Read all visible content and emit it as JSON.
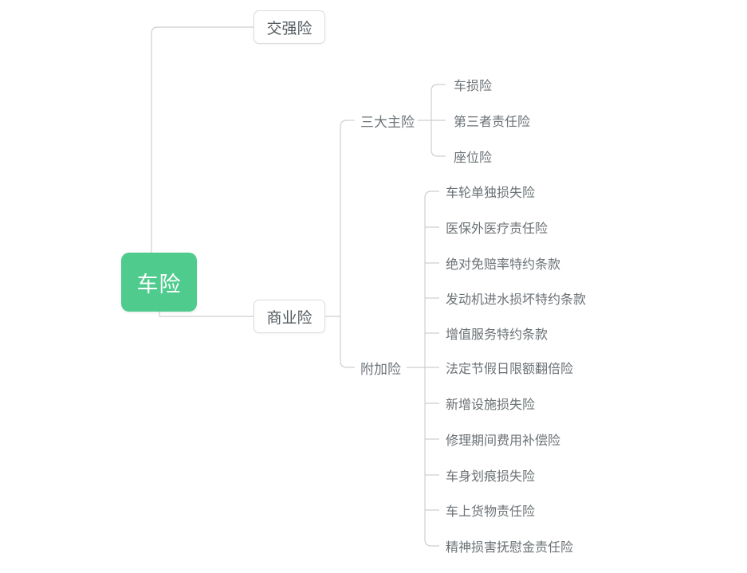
{
  "diagram": {
    "type": "mindmap",
    "title": "车险",
    "orientation": "left-to-right",
    "colors": {
      "root_fill": "#4ECB8D",
      "root_text": "#ffffff",
      "node_fill": "#ffffff",
      "node_border": "#dcdcdc",
      "node_text": "#555b5f",
      "leaf_text": "#6b7175",
      "connector": "#cfcfcf",
      "background": "#ffffff"
    }
  },
  "root": {
    "label": "车险"
  },
  "branches": [
    {
      "label": "交强险",
      "children": []
    },
    {
      "label": "商业险",
      "children": [
        {
          "label": "三大主险",
          "children": [
            {
              "label": "车损险"
            },
            {
              "label": "第三者责任险"
            },
            {
              "label": "座位险"
            }
          ]
        },
        {
          "label": "附加险",
          "children": [
            {
              "label": "车轮单独损失险"
            },
            {
              "label": "医保外医疗责任险"
            },
            {
              "label": "绝对免赔率特约条款"
            },
            {
              "label": "发动机进水损坏特约条款"
            },
            {
              "label": "增值服务特约条款"
            },
            {
              "label": "法定节假日限额翻倍险"
            },
            {
              "label": "新增设施损失险"
            },
            {
              "label": "修理期间费用补偿险"
            },
            {
              "label": "车身划痕损失险"
            },
            {
              "label": "车上货物责任险"
            },
            {
              "label": "精神损害抚慰金责任险"
            }
          ]
        }
      ]
    }
  ]
}
